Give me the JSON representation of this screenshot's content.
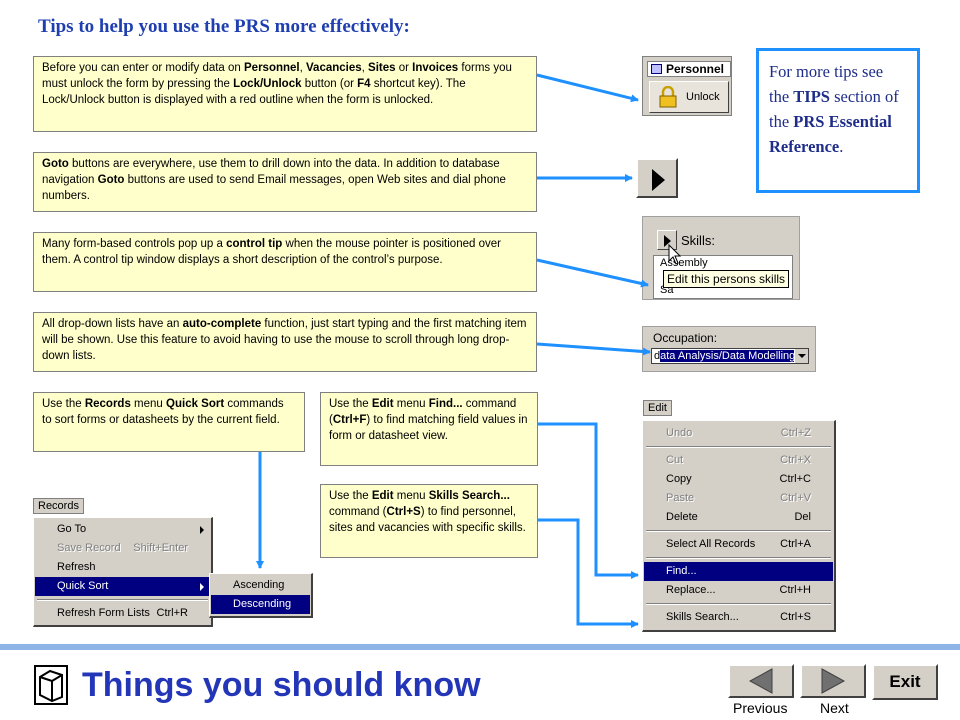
{
  "heading": "Tips to help you use the PRS more effectively:",
  "tips": {
    "lock": [
      "Before you can enter or modify data on ",
      "Personnel",
      ", ",
      "Vacancies",
      ",  ",
      "Sites",
      " or ",
      "Invoices",
      " forms you must unlock the form by pressing the ",
      "Lock/Unlock",
      " button  (or ",
      "F4",
      " shortcut key). The Lock/Unlock button is displayed with a red outline when the form is unlocked."
    ],
    "goto": [
      "Goto",
      " buttons are everywhere,  use them to drill down into the data. In addition to database navigation ",
      "Goto",
      " buttons are used to send Email messages, open Web sites and dial phone numbers."
    ],
    "controltip": [
      "Many form-based controls pop up a ",
      "control tip",
      " when the mouse pointer is positioned over them. A control tip window displays a short description of the control’s purpose."
    ],
    "autocomplete": [
      "All drop-down lists have an ",
      "auto-complete",
      "  function, just start typing and the first matching item will be shown. Use this feature to avoid having to use the mouse to scroll through long drop-down lists."
    ],
    "quicksort": [
      "Use the ",
      "Records",
      " menu ",
      "Quick Sort",
      " commands to sort forms or datasheets by the current field."
    ],
    "find": [
      "Use the ",
      "Edit",
      " menu ",
      "Find...",
      " command (",
      "Ctrl+F",
      ")  to find matching field values in form or datasheet view."
    ],
    "skills": [
      "Use the ",
      "Edit",
      " menu  ",
      "Skills Search...",
      " command (",
      "Ctrl+S",
      ") to find personnel, sites and vacancies with specific skills."
    ]
  },
  "more_tips": [
    "For more tips see the ",
    "TIPS",
    " section of the ",
    "PRS Essential Reference",
    "."
  ],
  "lock_shot": {
    "tab": "Personnel",
    "button": "Unlock"
  },
  "tip_shot": {
    "label": "Skills:",
    "tooltip": "Edit this persons skills",
    "row1": "Assembly",
    "row2": "Sa"
  },
  "occ_shot": {
    "label": "Occupation:",
    "typed": "d",
    "completed": "ata Analysis/Data Modelling"
  },
  "records_menu": {
    "title": "Records",
    "items": [
      {
        "label": "Go To",
        "submenu": true,
        "state": "normal"
      },
      {
        "label": "Save Record",
        "shortcut": "Shift+Enter",
        "state": "disabled"
      },
      {
        "label": "Refresh",
        "state": "normal"
      },
      {
        "label": "Quick Sort",
        "submenu": true,
        "state": "highlight"
      },
      {
        "sep": true
      },
      {
        "label": "Refresh Form Lists",
        "shortcut": "Ctrl+R",
        "state": "normal"
      }
    ],
    "submenu": [
      {
        "label": "Ascending",
        "state": "normal"
      },
      {
        "label": "Descending",
        "state": "highlight"
      }
    ]
  },
  "edit_menu": {
    "title": "Edit",
    "items": [
      {
        "label": "Undo",
        "shortcut": "Ctrl+Z",
        "state": "disabled"
      },
      {
        "sep": true
      },
      {
        "label": "Cut",
        "shortcut": "Ctrl+X",
        "state": "disabled"
      },
      {
        "label": "Copy",
        "shortcut": "Ctrl+C",
        "state": "normal"
      },
      {
        "label": "Paste",
        "shortcut": "Ctrl+V",
        "state": "disabled"
      },
      {
        "label": "Delete",
        "shortcut": "Del",
        "state": "normal"
      },
      {
        "sep": true
      },
      {
        "label": "Select All Records",
        "shortcut": "Ctrl+A",
        "state": "normal"
      },
      {
        "sep": true
      },
      {
        "label": "Find...",
        "state": "highlight"
      },
      {
        "label": "Replace...",
        "shortcut": "Ctrl+H",
        "state": "normal"
      },
      {
        "sep": true
      },
      {
        "label": "Skills Search...",
        "shortcut": "Ctrl+S",
        "state": "normal"
      }
    ]
  },
  "footer": {
    "title": "Things you should know",
    "previous": "Previous",
    "next": "Next",
    "exit": "Exit"
  },
  "colors": {
    "heading": "#1f3fb0",
    "arrow": "#1e90ff",
    "tip_bg": "#ffffcc",
    "footer_title": "#2336b8",
    "menu_highlight": "#000080"
  }
}
